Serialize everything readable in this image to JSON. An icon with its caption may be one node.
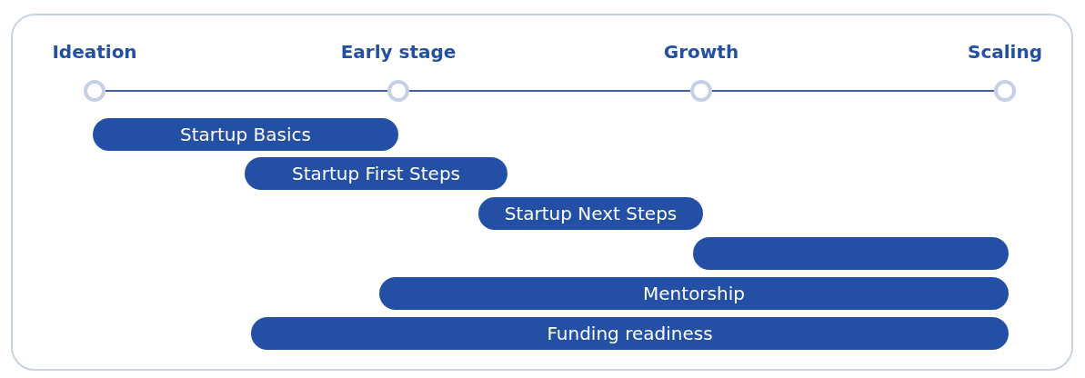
{
  "diagram": {
    "nodes": [
      {
        "text": [
          "Ideation"
        ]
      },
      {
        "text": [
          "Early stage"
        ]
      },
      {
        "text": [
          "Growth"
        ]
      },
      {
        "text": [
          "Scaling"
        ]
      },
      {
        "text": [
          "Startup Basics"
        ]
      },
      {
        "text": [
          "Startup First Steps"
        ]
      },
      {
        "text": [
          "Startup Next Steps"
        ]
      },
      {
        "text": [],
        "shape": "bar"
      },
      {
        "text": [
          "Mentorship"
        ]
      },
      {
        "text": [
          "Funding readiness"
        ]
      }
    ],
    "edges": [
      {
        "from": 0,
        "to": 1,
        "arrow": "none"
      },
      {
        "from": 1,
        "to": 2,
        "arrow": "none"
      },
      {
        "from": 2,
        "to": 3,
        "arrow": "none"
      }
    ]
  }
}
